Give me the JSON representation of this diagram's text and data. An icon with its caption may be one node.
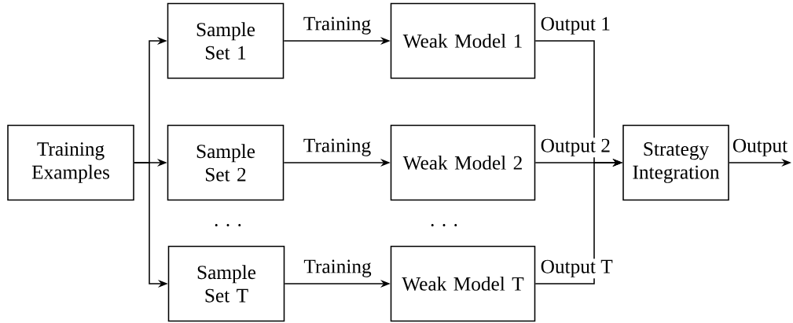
{
  "diagram": {
    "nodes": [
      {
        "text": [
          "Training Examples"
        ]
      },
      {
        "text": [
          "Sample Set 1"
        ]
      },
      {
        "text": [
          "Sample Set 2"
        ]
      },
      {
        "text": [
          "Sample Set T"
        ]
      },
      {
        "text": [
          "Weak Model 1"
        ]
      },
      {
        "text": [
          "Weak Model 2"
        ]
      },
      {
        "text": [
          "Weak Model T"
        ]
      },
      {
        "text": [
          "Strategy Integration"
        ]
      }
    ],
    "edges": [
      {
        "from": 0,
        "to": 1,
        "arrow": "to"
      },
      {
        "from": 0,
        "to": 2,
        "arrow": "to"
      },
      {
        "from": 0,
        "to": 3,
        "arrow": "to"
      },
      {
        "from": 1,
        "to": 4,
        "arrow": "to",
        "label": "Training"
      },
      {
        "from": 2,
        "to": 5,
        "arrow": "to",
        "label": "Training"
      },
      {
        "from": 3,
        "to": 6,
        "arrow": "to",
        "label": "Training"
      },
      {
        "from": 4,
        "to": 7,
        "arrow": "to",
        "label": "Output 1"
      },
      {
        "from": 5,
        "to": 7,
        "arrow": "to",
        "label": "Output 2"
      },
      {
        "from": 6,
        "to": 7,
        "arrow": "to",
        "label": "Output T"
      },
      {
        "from": 7,
        "to": null,
        "arrow": "to",
        "label": "Output"
      }
    ],
    "labels": [
      "· · ·",
      "· · ·"
    ]
  }
}
